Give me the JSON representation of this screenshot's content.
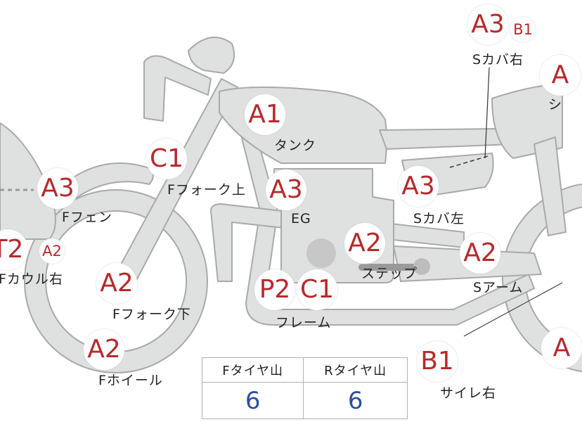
{
  "colors": {
    "grade_text": "#b5292c",
    "bike_fill": "#dfe0e0",
    "bike_stroke": "#a9a9a9",
    "tread_value": "#2f4f9a"
  },
  "parts": [
    {
      "id": "tank",
      "label": "タンク",
      "grades": [
        "A1"
      ]
    },
    {
      "id": "s-cover-right",
      "label": "Sカバ右",
      "grades": [
        "A3",
        "B1"
      ]
    },
    {
      "id": "fork-upper",
      "label": "Fフォーク上",
      "grades": [
        "C1"
      ]
    },
    {
      "id": "front-fender",
      "label": "Fフェン",
      "grades": [
        "A3"
      ]
    },
    {
      "id": "engine",
      "label": "EG",
      "grades": [
        "A3"
      ]
    },
    {
      "id": "s-cover-left",
      "label": "Sカバ左",
      "grades": [
        "A3"
      ]
    },
    {
      "id": "front-cowl-right",
      "label": "Fカウル右",
      "grades": [
        "T2",
        "A2"
      ]
    },
    {
      "id": "step",
      "label": "ステップ",
      "grades": [
        "A2"
      ]
    },
    {
      "id": "swing-arm",
      "label": "Sアーム",
      "grades": [
        "A2"
      ]
    },
    {
      "id": "fork-lower",
      "label": "Fフォーク下",
      "grades": [
        "A2"
      ]
    },
    {
      "id": "frame",
      "label": "フレーム",
      "grades": [
        "P2",
        "C1"
      ]
    },
    {
      "id": "front-wheel",
      "label": "Fホイール",
      "grades": [
        "A2"
      ]
    },
    {
      "id": "silencer-right",
      "label": "サイレ右",
      "grades": [
        "B1"
      ]
    },
    {
      "id": "seat-partial",
      "label": "シ",
      "grades": [
        "A"
      ]
    },
    {
      "id": "rear-wheel-partial",
      "label": "",
      "grades": [
        "A"
      ]
    }
  ],
  "tread": {
    "headers": [
      "Fタイヤ山",
      "Rタイヤ山"
    ],
    "values": [
      "6",
      "6"
    ]
  }
}
